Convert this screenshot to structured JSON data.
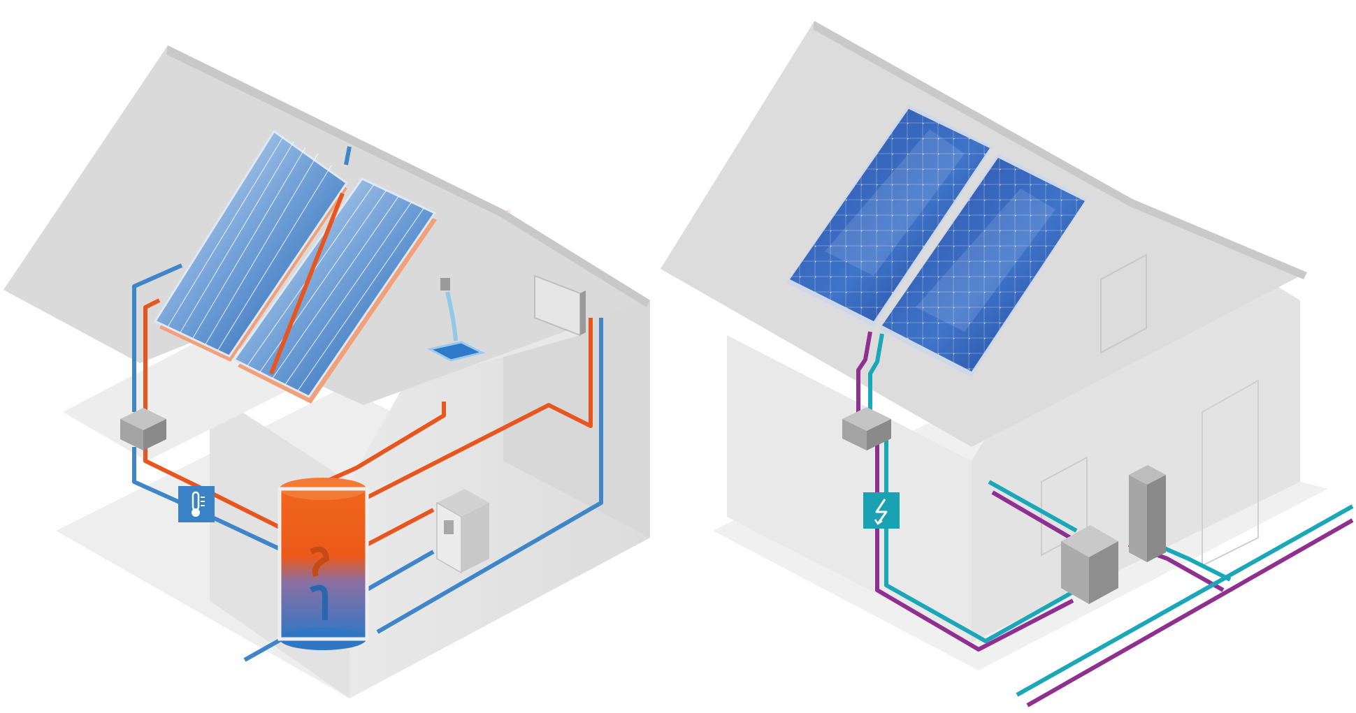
{
  "diagrams": [
    {
      "id": "solar-thermal-house",
      "components": [
        {
          "name": "solar-thermal-collector",
          "count": 2
        },
        {
          "name": "controller-box"
        },
        {
          "name": "thermometer-icon",
          "icon": "thermometer-icon"
        },
        {
          "name": "hot-water-storage-tank"
        },
        {
          "name": "boiler-unit"
        },
        {
          "name": "radiator"
        },
        {
          "name": "shower"
        }
      ],
      "pipes": {
        "hot": "#e8561f",
        "cold": "#3f86c8"
      }
    },
    {
      "id": "photovoltaic-house",
      "components": [
        {
          "name": "photovoltaic-panel",
          "count": 2
        },
        {
          "name": "junction-box"
        },
        {
          "name": "lightning-icon",
          "icon": "lightning-icon"
        },
        {
          "name": "inverter"
        },
        {
          "name": "electric-meter-cabinet"
        },
        {
          "name": "grid-connection"
        }
      ],
      "cables": {
        "purple": "#8f2f8f",
        "teal": "#1aa8b8"
      }
    }
  ],
  "colors": {
    "wall": "#e6e6e6",
    "roof": "#dadada",
    "panel_blue": "#1f4fa8",
    "icon_blue": "#3a82c6",
    "icon_teal": "#1aa2b3"
  }
}
